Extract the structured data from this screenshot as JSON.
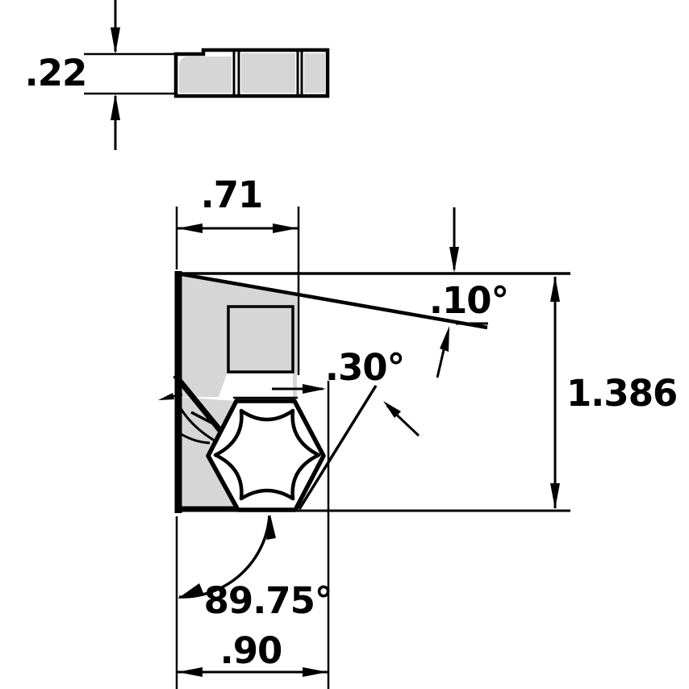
{
  "colors": {
    "line": "#000000",
    "gray_fill": "#d6d6d6",
    "background": "#ffffff"
  },
  "side_view": {
    "thickness_label": ".22"
  },
  "front_view": {
    "top_width_label": ".71",
    "top_edge_angle_label": ".10°",
    "relief_angle_label": ".30°",
    "height_label": "1.386",
    "corner_angle_label": "89.75°",
    "bottom_width_label": ".90"
  }
}
